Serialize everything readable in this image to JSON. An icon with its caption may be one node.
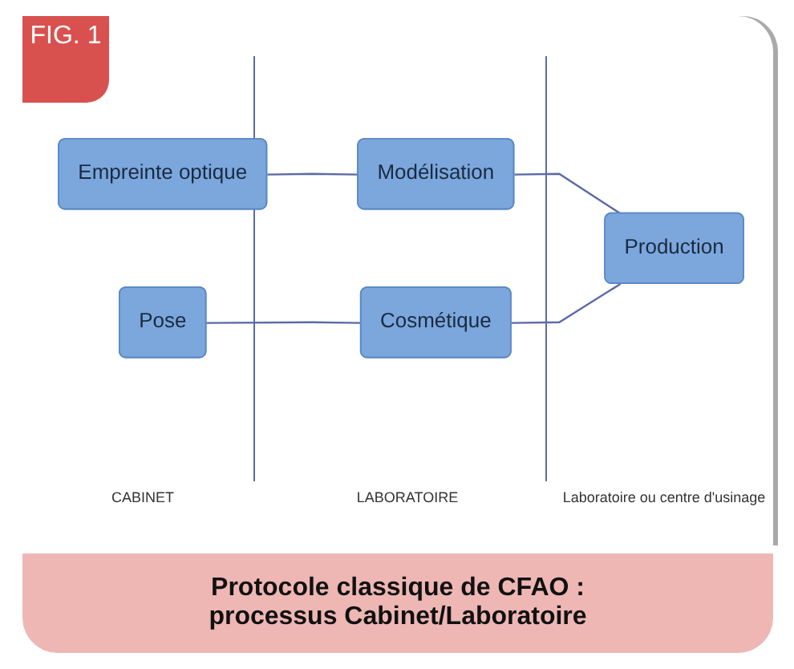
{
  "diagram": {
    "title": "FIG. 1",
    "caption": "Protocole classique de CFAO : processus Cabinet/Laboratoire",
    "nodes": [
      {
        "text": [
          "Empreinte optique"
        ]
      },
      {
        "text": [
          "Modélisation"
        ]
      },
      {
        "text": [
          "Production"
        ]
      },
      {
        "text": [
          "Pose"
        ]
      },
      {
        "text": [
          "Cosmétique"
        ]
      }
    ],
    "edges": [
      {
        "from": 0,
        "to": 1,
        "arrow": "none"
      },
      {
        "from": 1,
        "to": 2,
        "arrow": "none"
      },
      {
        "from": 3,
        "to": 4,
        "arrow": "none"
      },
      {
        "from": 4,
        "to": 2,
        "arrow": "none"
      }
    ],
    "labels": [
      "CABINET",
      "LABORATOIRE",
      "Laboratoire ou centre d'usinage"
    ]
  }
}
